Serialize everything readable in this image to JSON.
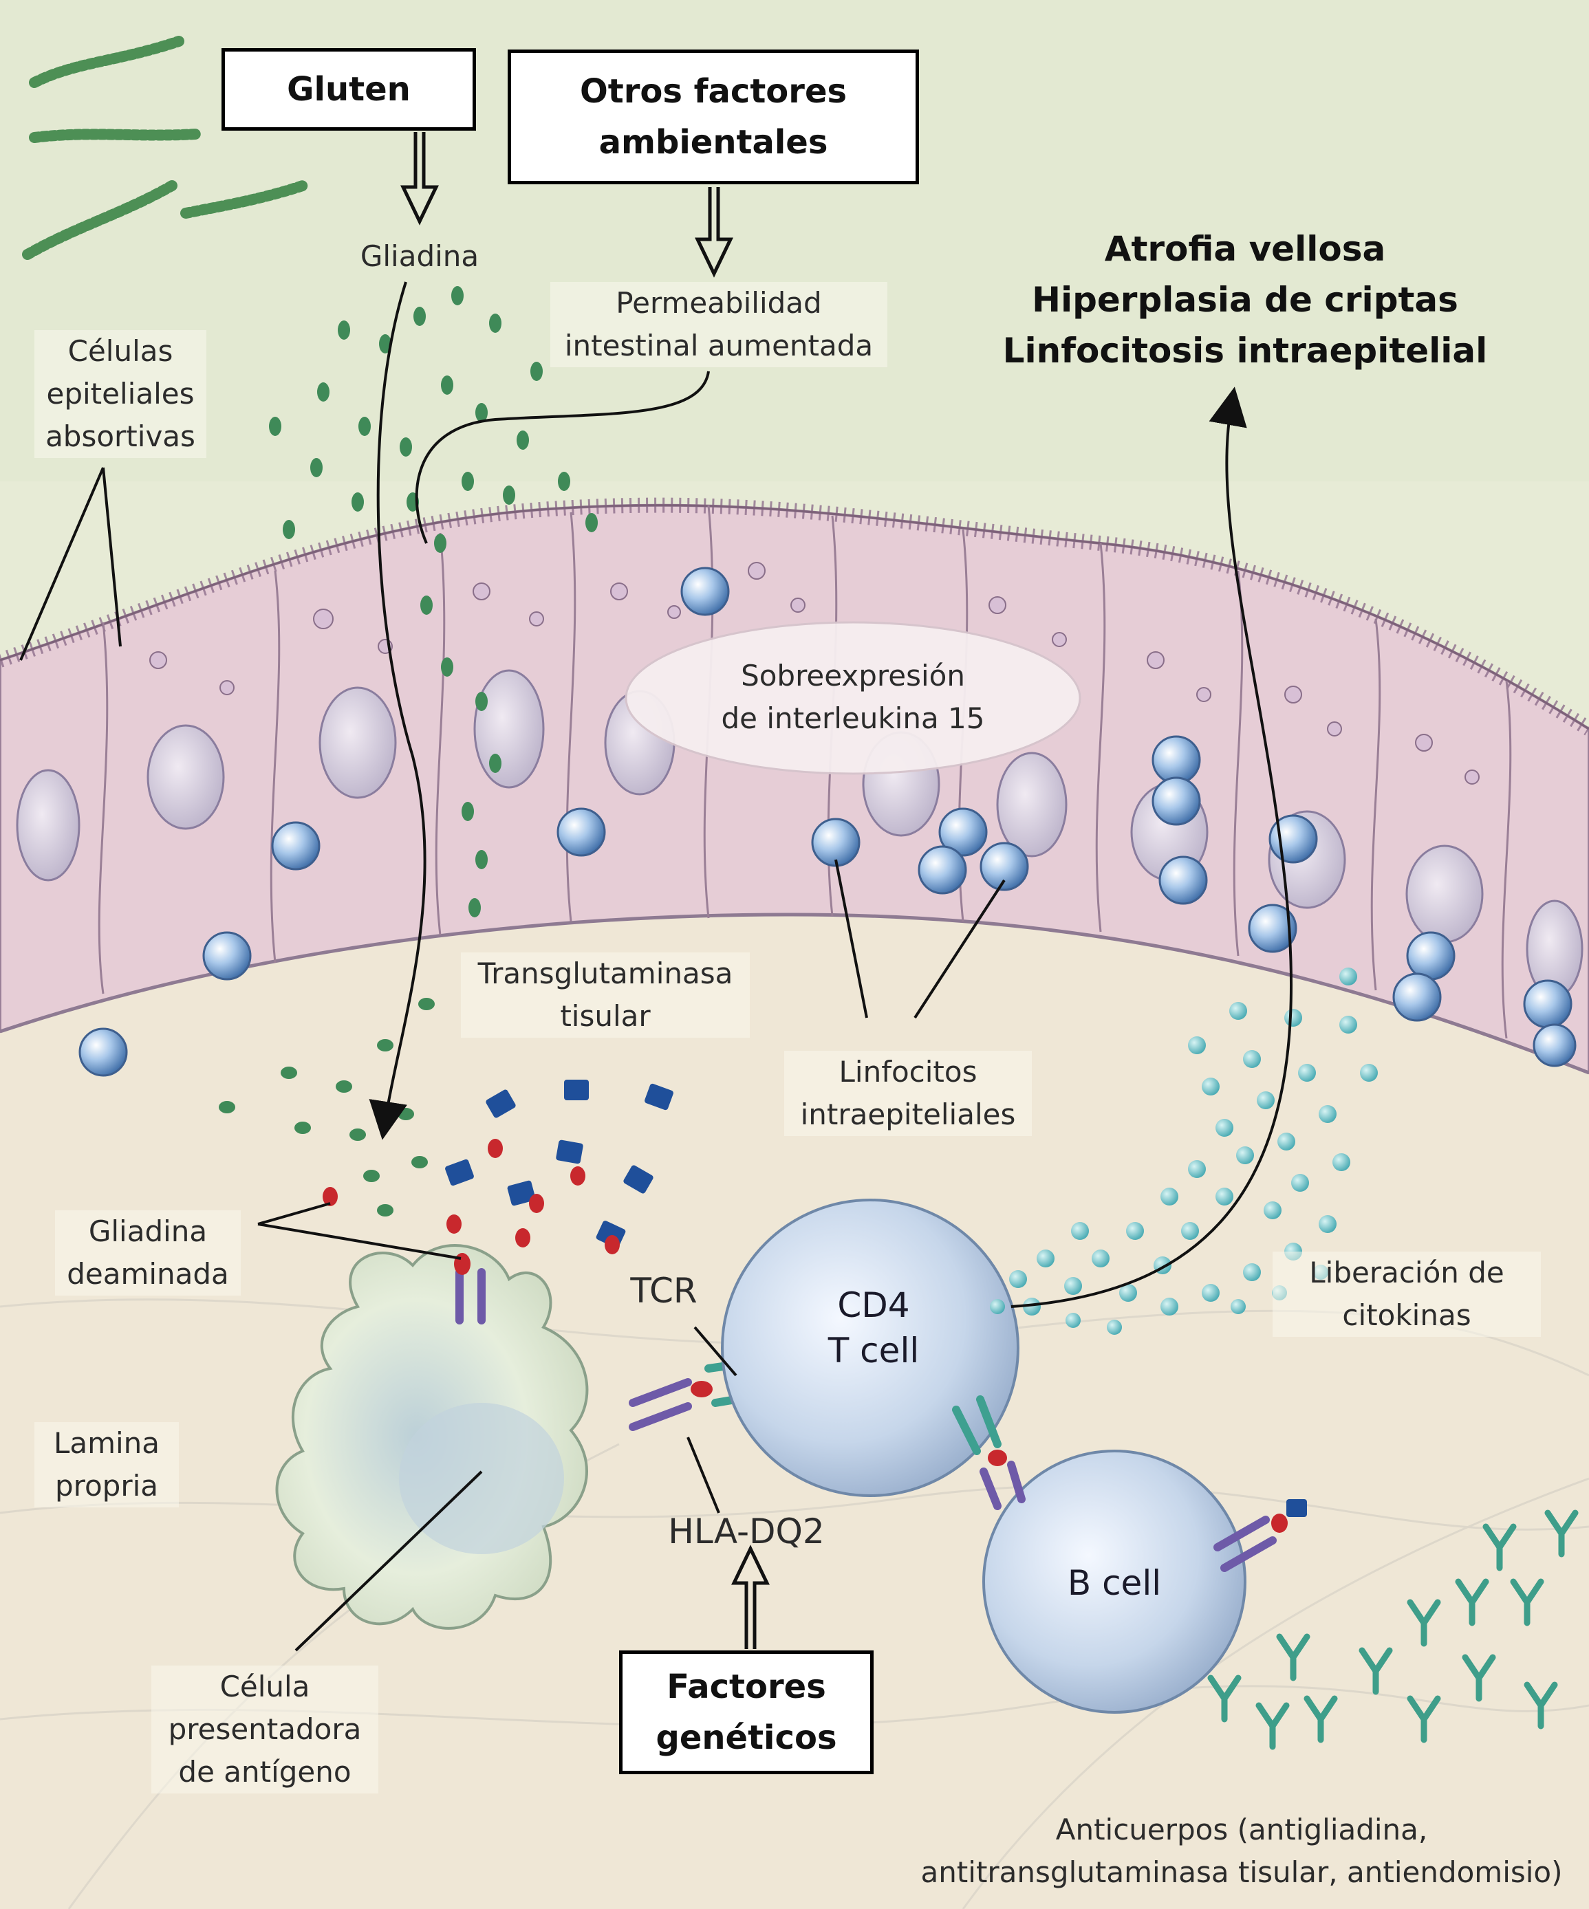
{
  "boxes": {
    "gluten": "Gluten",
    "otros_line1": "Otros factores",
    "otros_line2": "ambientales",
    "factores_line1": "Factores",
    "factores_line2": "genéticos"
  },
  "outcome": {
    "line1": "Atrofia vellosa",
    "line2": "Hiperplasia de criptas",
    "line3": "Linfocitosis intraepitelial"
  },
  "labels": {
    "gliadina": "Gliadina",
    "permeabilidad_line1": "Permeabilidad",
    "permeabilidad_line2": "intestinal aumentada",
    "celulas_line1": "Células",
    "celulas_line2": "epiteliales",
    "celulas_line3": "absortivas",
    "sobreexpresion_line1": "Sobreexpresión",
    "sobreexpresion_line2": "de interleukina 15",
    "transglutaminasa_line1": "Transglutaminasa",
    "transglutaminasa_line2": "tisular",
    "linfocitos_line1": "Linfocitos",
    "linfocitos_line2": "intraepiteliales",
    "gliadina_deaminada_line1": "Gliadina",
    "gliadina_deaminada_line2": "deaminada",
    "tcr": "TCR",
    "hla": "HLA-DQ2",
    "liberacion_line1": "Liberación de",
    "liberacion_line2": "citokinas",
    "lamina_line1": "Lamina",
    "lamina_line2": "propria",
    "celula_presentadora_line1": "Célula",
    "celula_presentadora_line2": "presentadora",
    "celula_presentadora_line3": "de antígeno",
    "anticuerpos_line1": "Anticuerpos (antigliadina,",
    "anticuerpos_line2": "antitransglutaminasa tisular, antiendomisio)"
  },
  "cells": {
    "cd4_line1": "CD4",
    "cd4_line2": "T cell",
    "bcell": "B cell"
  },
  "colors": {
    "background": "#e9ecd9",
    "epithelium": "#e8cdd6",
    "lamina_propria": "#efe6d3",
    "gliadin": "#3d8a5a",
    "deaminated_gliadin": "#c8282d",
    "transglutaminase": "#1f4f9a",
    "lymphocyte": "#8fb6e0",
    "cytokine": "#5cb8bf",
    "antibody": "#3e9e8a"
  }
}
